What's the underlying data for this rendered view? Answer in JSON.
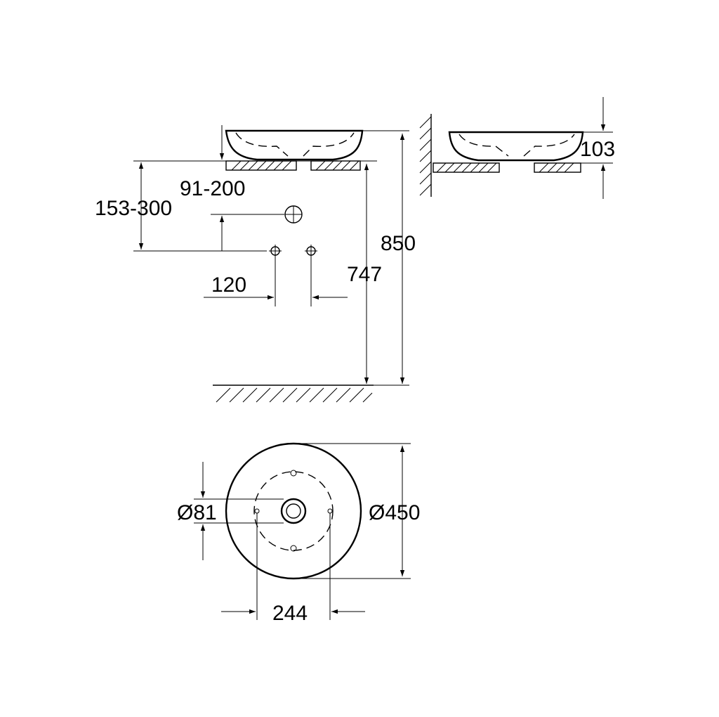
{
  "dimensions": {
    "height_overall": "850",
    "height_counter": "747",
    "range_wall": "153-300",
    "range_drain": "91-200",
    "spacing_fixing": "120",
    "depth_basin": "103",
    "dia_outlet": "Ø81",
    "dia_basin": "Ø450",
    "spacing_bottom": "244"
  }
}
